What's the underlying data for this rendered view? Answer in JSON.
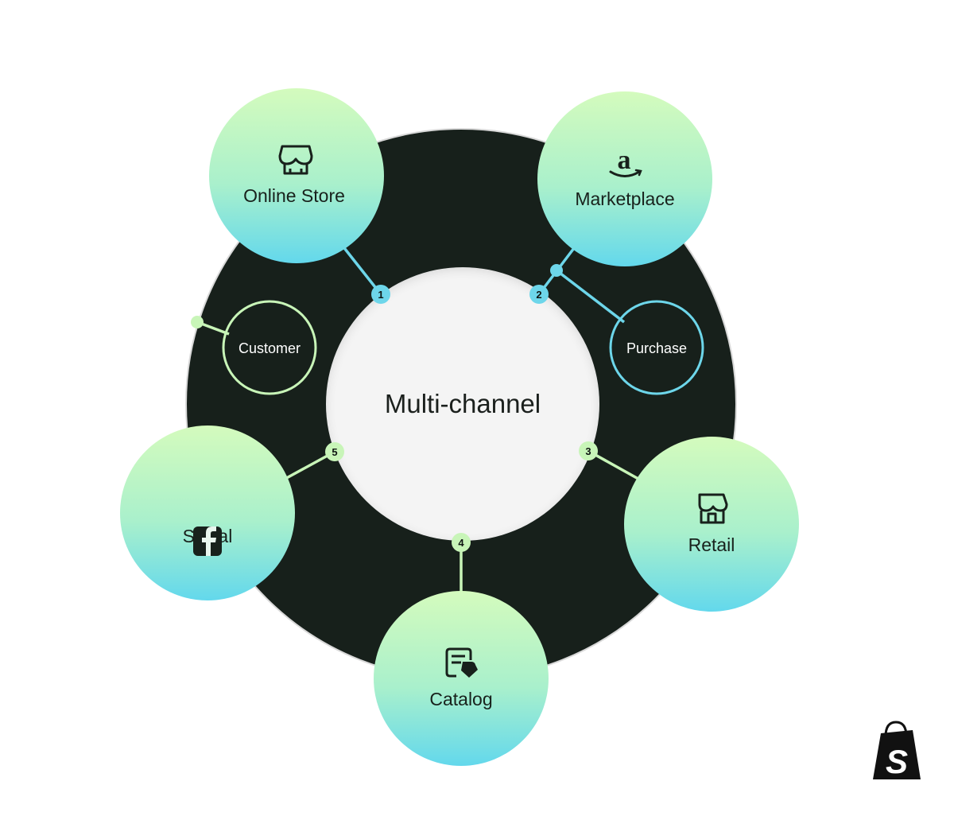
{
  "center": {
    "label": "Multi-channel"
  },
  "nodes": [
    {
      "label": "Online Store",
      "icon": "storefront-icon",
      "number": "1"
    },
    {
      "label": "Marketplace",
      "icon": "amazon-logo-icon",
      "number": "2"
    },
    {
      "label": "Retail",
      "icon": "shop-icon",
      "number": "3"
    },
    {
      "label": "Catalog",
      "icon": "catalog-tag-icon",
      "number": "4"
    },
    {
      "label": "Social",
      "icon": "facebook-icon",
      "number": "5"
    }
  ],
  "satellites": {
    "customer": {
      "label": "Customer"
    },
    "purchase": {
      "label": "Purchase"
    }
  },
  "brand": {
    "icon": "shopify-bag-icon",
    "logo_text": "S"
  },
  "colors": {
    "ring": "#17201b",
    "center_fill": "#f4f4f4",
    "gradient_top": "#d4fbbd",
    "gradient_bottom": "#63d8ec",
    "customer_accent": "#c8f5b8",
    "purchase_accent": "#6dd6ea"
  }
}
